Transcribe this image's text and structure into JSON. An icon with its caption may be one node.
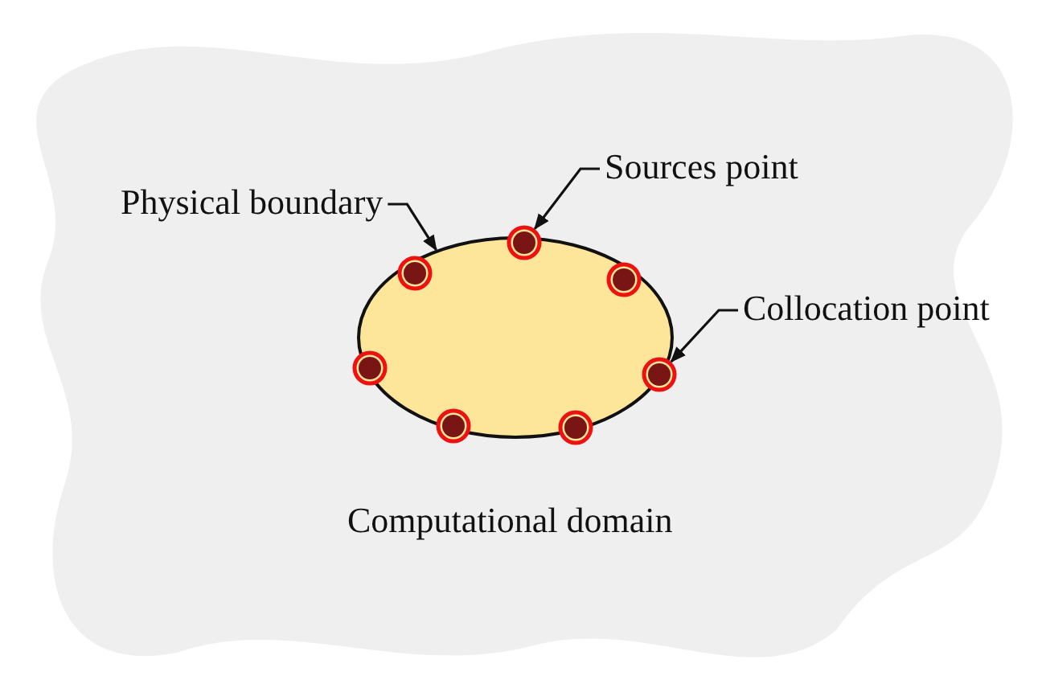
{
  "diagram": {
    "nodes": [
      {
        "text": [
          "Computational domain"
        ]
      },
      {
        "text": [
          "Physical boundary"
        ],
        "in": 0
      },
      {
        "text": [
          "Sources point"
        ],
        "in": 0
      },
      {
        "text": [
          "Collocation point"
        ],
        "in": 0
      },
      {
        "text": [],
        "shape": "ellipse",
        "in": 0
      },
      {
        "text": [],
        "shape": "circle",
        "in": 4
      },
      {
        "text": [],
        "shape": "circle",
        "in": 4
      },
      {
        "text": [],
        "shape": "circle",
        "in": 4
      },
      {
        "text": [],
        "shape": "circle",
        "in": 4
      },
      {
        "text": [],
        "shape": "circle",
        "in": 4
      },
      {
        "text": [],
        "shape": "circle",
        "in": 4
      },
      {
        "text": [],
        "shape": "circle",
        "in": 4
      }
    ],
    "edges": [
      {
        "from": 1,
        "to": 4,
        "arrow": "to"
      },
      {
        "from": 2,
        "to": 8,
        "arrow": "to"
      },
      {
        "from": 3,
        "to": 11,
        "arrow": "to"
      }
    ]
  }
}
